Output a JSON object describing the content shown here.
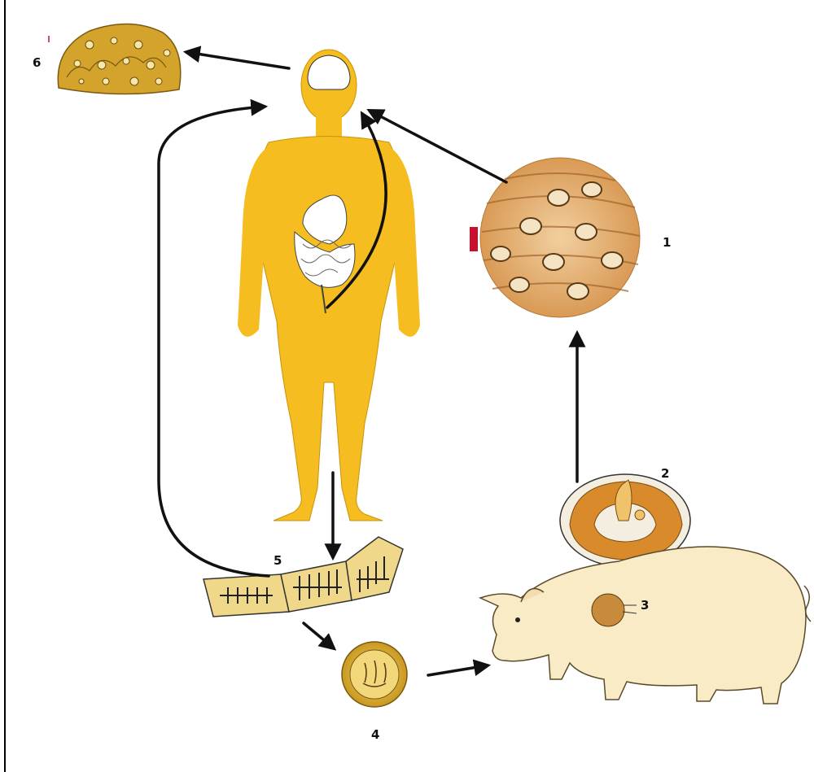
{
  "labels": {
    "item_1": "1",
    "item_2": "2",
    "item_3": "3",
    "item_4": "4",
    "item_5": "5",
    "item_6": "6"
  },
  "colors": {
    "human_body": "#f5bd1f",
    "arrow": "#111111",
    "tissue": "#e3a665",
    "egg": "#d9b23d",
    "pig": "#f8ebc5",
    "marker": "#c8102e"
  }
}
